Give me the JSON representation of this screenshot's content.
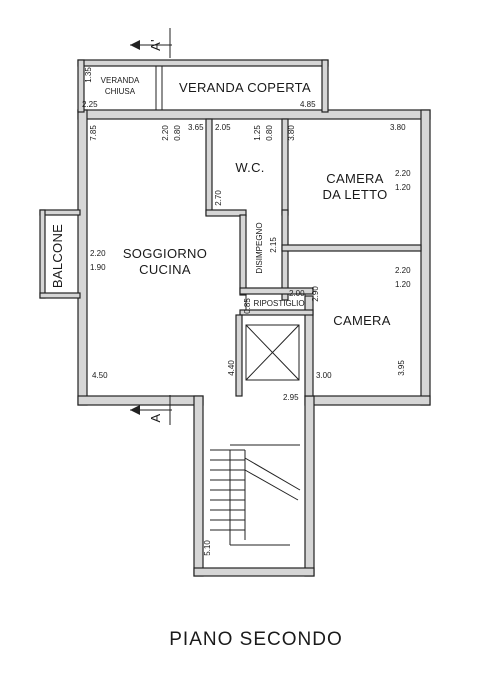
{
  "title": "PIANO SECONDO",
  "section_marks": [
    "A'",
    "A"
  ],
  "rooms": {
    "veranda_chiusa": [
      "VERANDA",
      "CHIUSA"
    ],
    "veranda_coperta": "VERANDA COPERTA",
    "wc": "W.C.",
    "camera_letto": [
      "CAMERA",
      "DA LETTO"
    ],
    "soggiorno": [
      "SOGGIORNO",
      "CUCINA"
    ],
    "disimpegno": "DISIMPEGNO",
    "ripostiglio": "RIPOSTIGLIO",
    "camera": "CAMERA",
    "balcone": "BALCONE"
  },
  "dimensions": {
    "d1_35": "1.35",
    "d2_25": "2.25",
    "d4_85": "4.85",
    "d7_85": "7.85",
    "d2_20a": "2.20",
    "d0_80a": "0.80",
    "d3_65": "3.65",
    "d2_05": "2.05",
    "d1_25": "1.25",
    "d0_80b": "0.80",
    "d3_80a": "3.80",
    "d3_80b": "3.80",
    "d2_20b": "2.20",
    "d1_20a": "1.20",
    "d2_70": "2.70",
    "d2_15": "2.15",
    "d2_20c": "2.20",
    "d1_90": "1.90",
    "d2_20d": "2.20",
    "d1_20b": "1.20",
    "d2_00": "2.00",
    "d2_90": "2.90",
    "d0_85": "0.85",
    "d4_40": "4.40",
    "d4_50": "4.50",
    "d3_00": "3.00",
    "d3_95": "3.95",
    "d2_95": "2.95",
    "d5_10": "5.10"
  }
}
